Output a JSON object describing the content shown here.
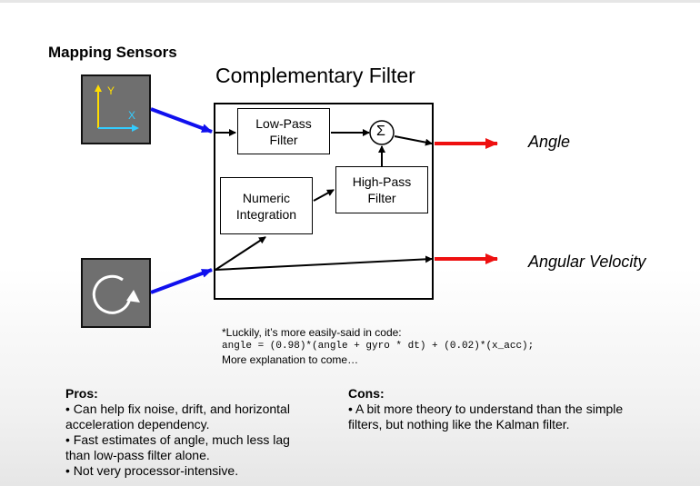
{
  "heading": "Mapping Sensors",
  "title": "Complementary Filter",
  "sensor_axes": {
    "y_label": "Y",
    "x_label": "X"
  },
  "blocks": {
    "low_pass": "Low-Pass\nFilter",
    "high_pass": "High-Pass\nFilter",
    "integration": "Numeric\nIntegration",
    "sum_symbol": "Σ"
  },
  "outputs": {
    "angle": "Angle",
    "angular_velocity": "Angular Velocity"
  },
  "note": {
    "line1": "*Luckily, it’s more easily-said in code:",
    "code": "angle = (0.98)*(angle + gyro * dt) + (0.02)*(x_acc);",
    "line3": "More explanation to come…"
  },
  "pros": {
    "title": "Pros:",
    "items": [
      "• Can help fix noise, drift, and horizontal acceleration dependency.",
      "• Fast estimates of angle, much less lag than low-pass filter alone.",
      "• Not very processor-intensive."
    ]
  },
  "cons": {
    "title": "Cons:",
    "items": [
      "• A bit more theory to understand than the simple filters, but nothing like the Kalman filter."
    ]
  },
  "colors": {
    "input_arrow": "#1010ee",
    "output_arrow": "#ee1010",
    "sensor_bg": "#6f6f6f",
    "axes": "#ffdd00",
    "x_axis": "#33ccff"
  }
}
